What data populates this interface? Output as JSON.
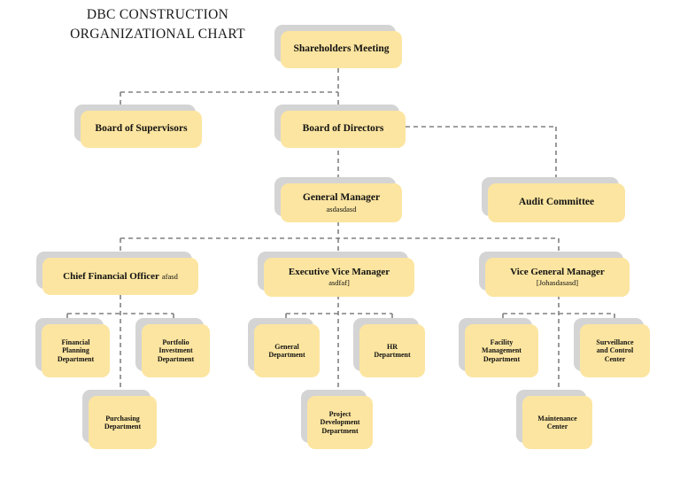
{
  "title": {
    "line1": "DBC CONSTRUCTION",
    "line2": "ORGANIZATIONAL CHART"
  },
  "colors": {
    "node_fill": "#fce5a0",
    "node_shadow": "#d4d4d4",
    "connector": "#808080",
    "connector_dot": "#111111",
    "text": "#121212",
    "background": "#ffffff"
  },
  "nodes": {
    "shareholders_meeting": {
      "label": "Shareholders Meeting",
      "sub": ""
    },
    "board_of_supervisors": {
      "label": "Board of Supervisors",
      "sub": ""
    },
    "board_of_directors": {
      "label": "Board of Directors",
      "sub": ""
    },
    "general_manager": {
      "label": "General Manager",
      "sub": "asdasdasd"
    },
    "audit_committee": {
      "label": "Audit Committee",
      "sub": ""
    },
    "chief_financial_officer": {
      "label": "Chief Financial Officer",
      "sub": "afasd"
    },
    "executive_vice_manager": {
      "label": "Executive Vice Manager",
      "sub": "asdfaf]"
    },
    "vice_general_manager": {
      "label": "Vice General Manager",
      "sub": "[Johasdasasd]"
    },
    "financial_planning_department": {
      "line1": "Financial",
      "line2": "Planning",
      "line3": "Department"
    },
    "portfolio_investment_department": {
      "line1": "Portfolio",
      "line2": "Investment",
      "line3": "Department"
    },
    "purchasing_department": {
      "line1": "Purchasing",
      "line2": "Department",
      "line3": ""
    },
    "general_department": {
      "line1": "General",
      "line2": "Department",
      "line3": ""
    },
    "hr_department": {
      "line1": "HR",
      "line2": "Department",
      "line3": ""
    },
    "project_development_department": {
      "line1": "Project",
      "line2": "Development",
      "line3": "Department"
    },
    "facility_management_department": {
      "line1": "Facility",
      "line2": "Management",
      "line3": "Department"
    },
    "surveillance_and_control_center": {
      "line1": "Surveillance",
      "line2": "and Control",
      "line3": "Center"
    },
    "maintenance_center": {
      "line1": "Maintenance",
      "line2": "Center",
      "line3": ""
    }
  },
  "hierarchy": {
    "root": "Shareholders Meeting",
    "edges": [
      {
        "from": "Shareholders Meeting",
        "to": "Board of Directors"
      },
      {
        "from": "Shareholders Meeting",
        "to": "Board of Supervisors"
      },
      {
        "from": "Board of Directors",
        "to": "General Manager"
      },
      {
        "from": "Board of Directors",
        "to": "Audit Committee"
      },
      {
        "from": "General Manager",
        "to": "Chief Financial Officer"
      },
      {
        "from": "General Manager",
        "to": "Executive Vice Manager"
      },
      {
        "from": "General Manager",
        "to": "Vice General Manager"
      },
      {
        "from": "Chief Financial Officer",
        "to": "Financial Planning Department"
      },
      {
        "from": "Chief Financial Officer",
        "to": "Portfolio Investment Department"
      },
      {
        "from": "Chief Financial Officer",
        "to": "Purchasing Department"
      },
      {
        "from": "Executive Vice Manager",
        "to": "General Department"
      },
      {
        "from": "Executive Vice Manager",
        "to": "HR Department"
      },
      {
        "from": "Executive Vice Manager",
        "to": "Project Development Department"
      },
      {
        "from": "Vice General Manager",
        "to": "Facility Management Department"
      },
      {
        "from": "Vice General Manager",
        "to": "Surveillance and Control Center"
      },
      {
        "from": "Vice General Manager",
        "to": "Maintenance Center"
      }
    ]
  }
}
